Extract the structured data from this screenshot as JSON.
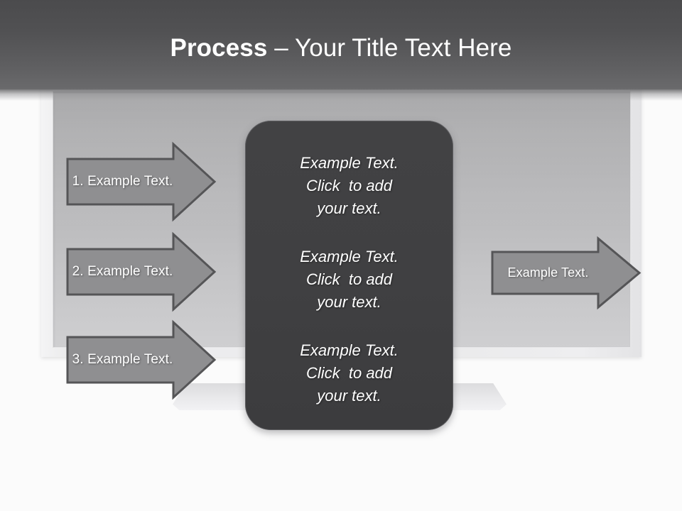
{
  "slide": {
    "title": {
      "bold_part": "Process",
      "rest_part": " – Your Title Text Here"
    },
    "background_color": "#fbfbfb",
    "title_band_color": "#515153"
  },
  "monitor": {
    "screen_color": "#b8b8ba",
    "bezel_color": "#eeeef0",
    "base_color": "#e9e9eb"
  },
  "input_arrows": [
    {
      "label": "1. Example Text.",
      "fill": "#8f8f91",
      "stroke": "#555557"
    },
    {
      "label": "2. Example Text.",
      "fill": "#8f8f91",
      "stroke": "#555557"
    },
    {
      "label": "3. Example Text.",
      "fill": "#8f8f91",
      "stroke": "#555557"
    }
  ],
  "output_arrow": {
    "label": "Example Text.",
    "fill": "#8f8f91",
    "stroke": "#555557"
  },
  "center_panel": {
    "fill": "#404042",
    "text_color": "#ffffff",
    "blocks": [
      {
        "line1": "Example Text.",
        "line2": "Click  to add",
        "line3": "your text."
      },
      {
        "line1": "Example Text.",
        "line2": "Click  to add",
        "line3": "your text."
      },
      {
        "line1": "Example Text.",
        "line2": "Click  to add",
        "line3": "your text."
      }
    ]
  }
}
